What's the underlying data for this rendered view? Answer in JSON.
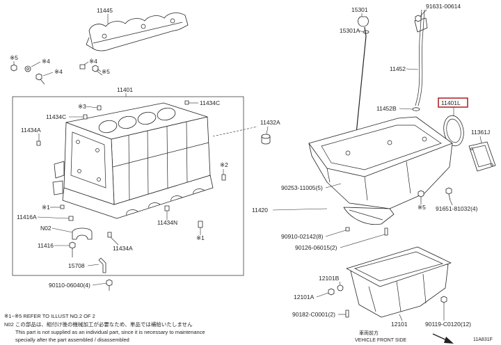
{
  "diagram": {
    "callouts": [
      "11445",
      "※5",
      "※4",
      "※4",
      "※4",
      "※5",
      "11401",
      "※3",
      "11434C",
      "11434C",
      "11434A",
      "※2",
      "※1",
      "11416A",
      "N02",
      "11434N",
      "※1",
      "11416",
      "11434A",
      "15708",
      "90110-06040(4)",
      "15301",
      "15301A",
      "91631-00614",
      "11452",
      "11452B",
      "11401L",
      "11361J",
      "11432A",
      "90253-11005(5)",
      "※5",
      "11420",
      "91651-81032(4)",
      "90910-02142(8)",
      "90126-06015(2)",
      "12101B",
      "12101A",
      "90182-C0001(2)",
      "12101",
      "90119-C0120(12)"
    ],
    "notes": [
      "※1~※5 REFER TO ILLUST NO.2 OF 2",
      "N02 この部品は、組付け後の機械加工が必要なため、単品では補給いたしません",
      "This part is not supplied as an individual part, since it is necessary to maintenance",
      "specially after the part assembled / disassembled"
    ],
    "front_direction": {
      "jp": "車両前方",
      "en": "VEHICLE FRONT SIDE"
    },
    "figure_code": "11A831F"
  },
  "colors": {
    "highlight": "#b0282e",
    "line": "#222222",
    "background": "#ffffff"
  }
}
